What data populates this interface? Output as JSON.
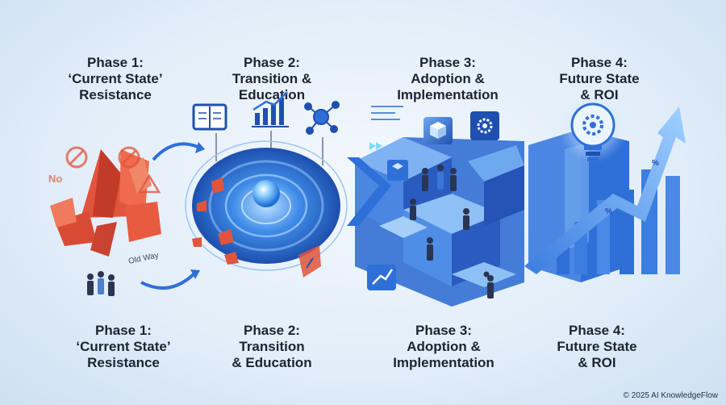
{
  "top_labels": [
    {
      "lines": [
        "Phase 1:",
        "‘Current State’",
        "Resistance"
      ]
    },
    {
      "lines": [
        "Phase 2:",
        "Transition &",
        "Education"
      ]
    },
    {
      "lines": [
        "Phase 3:",
        "Adoption &",
        "Implementation"
      ]
    },
    {
      "lines": [
        "Phase 4:",
        "Future State",
        "& ROI"
      ]
    }
  ],
  "bottom_labels": [
    {
      "lines": [
        "Phase 1:",
        "‘Current State’",
        "Resistance"
      ]
    },
    {
      "lines": [
        "Phase 2:",
        "Transition",
        "& Education"
      ]
    },
    {
      "lines": [
        "Phase 3:",
        "Adoption &",
        "Implementation"
      ]
    },
    {
      "lines": [
        "Phase 4:",
        "Future State",
        "& ROI"
      ]
    }
  ],
  "annotations": {
    "no_sign": "No",
    "old_way": "Old Way",
    "percent": "%"
  },
  "footer": {
    "copyright": "© 2025 AI KnowledgeFlow"
  },
  "colors": {
    "resistance_red": "#e2543c",
    "brand_blue": "#2f6fd8",
    "deep_blue": "#1f4fb0",
    "light_blue": "#7fb2f0",
    "text": "#1c2433"
  },
  "icons": [
    "book-icon",
    "bar-chart-icon",
    "network-icon",
    "gear-icon",
    "lightbulb-icon",
    "no-entry-icon",
    "warning-icon"
  ]
}
